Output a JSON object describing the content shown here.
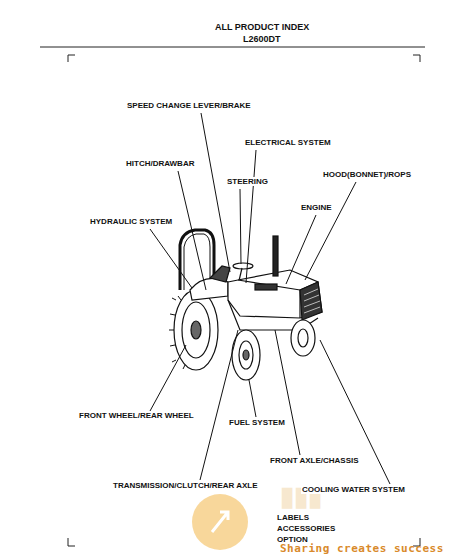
{
  "diagram": {
    "title": "ALL PRODUCT INDEX",
    "labels": [
      "L2600DT",
      "SPEED CHANGE LEVER/BRAKE",
      "ELECTRICAL SYSTEM",
      "HITCH/DRAWBAR",
      "STEERING",
      "HOOD(BONNET)/ROPS",
      "ENGINE",
      "HYDRAULIC SYSTEM",
      "FRONT WHEEL/REAR WHEEL",
      "FUEL SYSTEM",
      "FRONT AXLE/CHASSIS",
      "TRANSMISSION/CLUTCH/REAR AXLE",
      "COOLING WATER SYSTEM",
      "LABELS",
      "ACCESSORIES",
      "OPTION",
      "Sharing creates success"
    ]
  }
}
